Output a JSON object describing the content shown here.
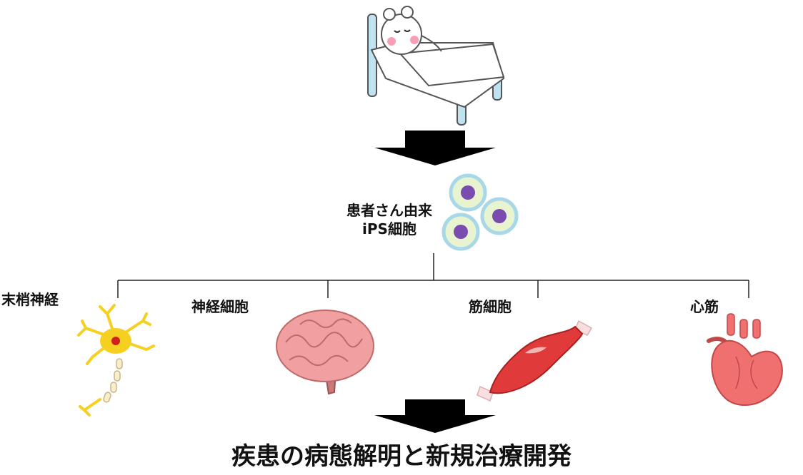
{
  "patient": {
    "icon": "sleeping-patient-in-bed"
  },
  "source_cells": {
    "line1": "患者さん由来",
    "line2": "iPS細胞"
  },
  "branches": [
    {
      "label": "末梢神経",
      "icon": "neuron-icon"
    },
    {
      "label": "神経細胞",
      "icon": "brain-icon"
    },
    {
      "label": "筋細胞",
      "icon": "muscle-icon"
    },
    {
      "label": "心筋",
      "icon": "heart-icon"
    }
  ],
  "conclusion": "疾患の病態解明と新規治療開発",
  "colors": {
    "arrow": "#000000",
    "brain": "#f0a0a0",
    "muscle": "#e03a3a",
    "heart": "#f07070",
    "neuron": "#f5d020",
    "cell_nucleus": "#7a4cb0"
  }
}
